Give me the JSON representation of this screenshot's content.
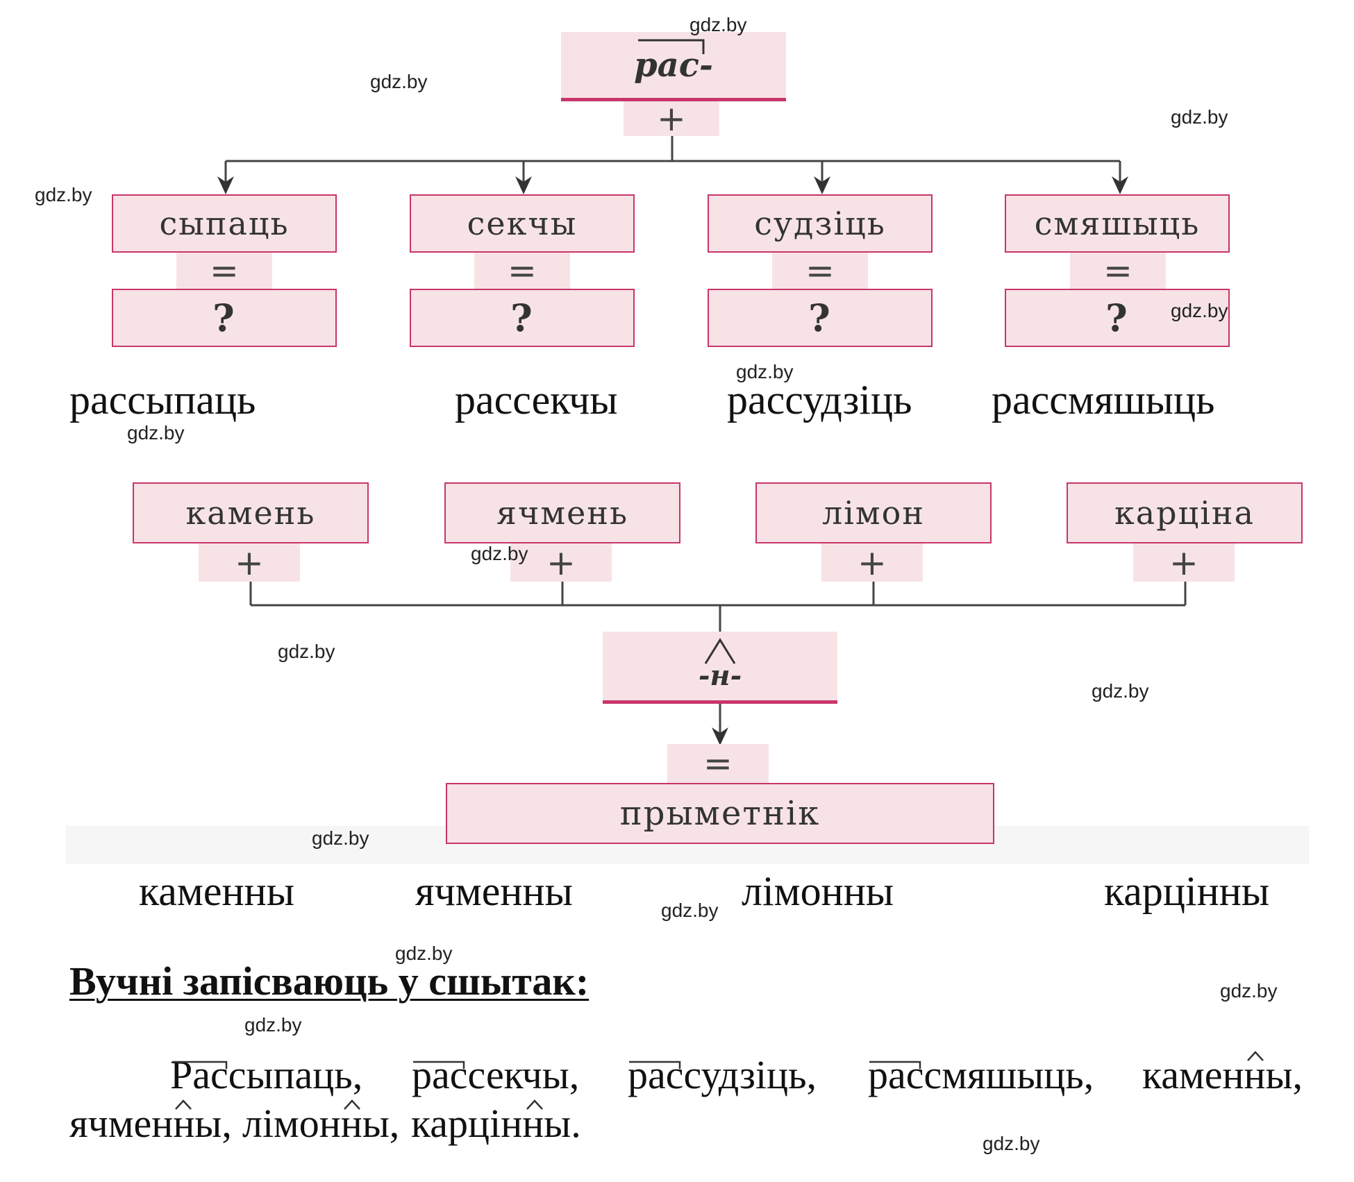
{
  "watermark": "gdz.by",
  "prefix_scheme": {
    "prefix": "рас-",
    "plus": "+",
    "equals": "=",
    "question": "?",
    "words": [
      "сыпаць",
      "секчы",
      "судзіць",
      "смяшыць"
    ],
    "answers": [
      "рассыпаць",
      "рассекчы",
      "рассудзіць",
      "рассмяшыць"
    ]
  },
  "suffix_scheme": {
    "nouns": [
      "камень",
      "ячмень",
      "лімон",
      "карціна"
    ],
    "plus": "+",
    "suffix": "-н-",
    "equals": "=",
    "result": "прыметнік",
    "answers": [
      "каменны",
      "ячменны",
      "лімонны",
      "карцінны"
    ]
  },
  "notebook": {
    "heading": "Вучні запісваюць у сшытак:",
    "line1": [
      "Рассыпаць,",
      "рассекчы,",
      "рассудзіць,",
      "рассмяшыць,",
      "каменны,"
    ],
    "line2": [
      "ячменны,",
      "лімонны,",
      "карцінны."
    ]
  }
}
